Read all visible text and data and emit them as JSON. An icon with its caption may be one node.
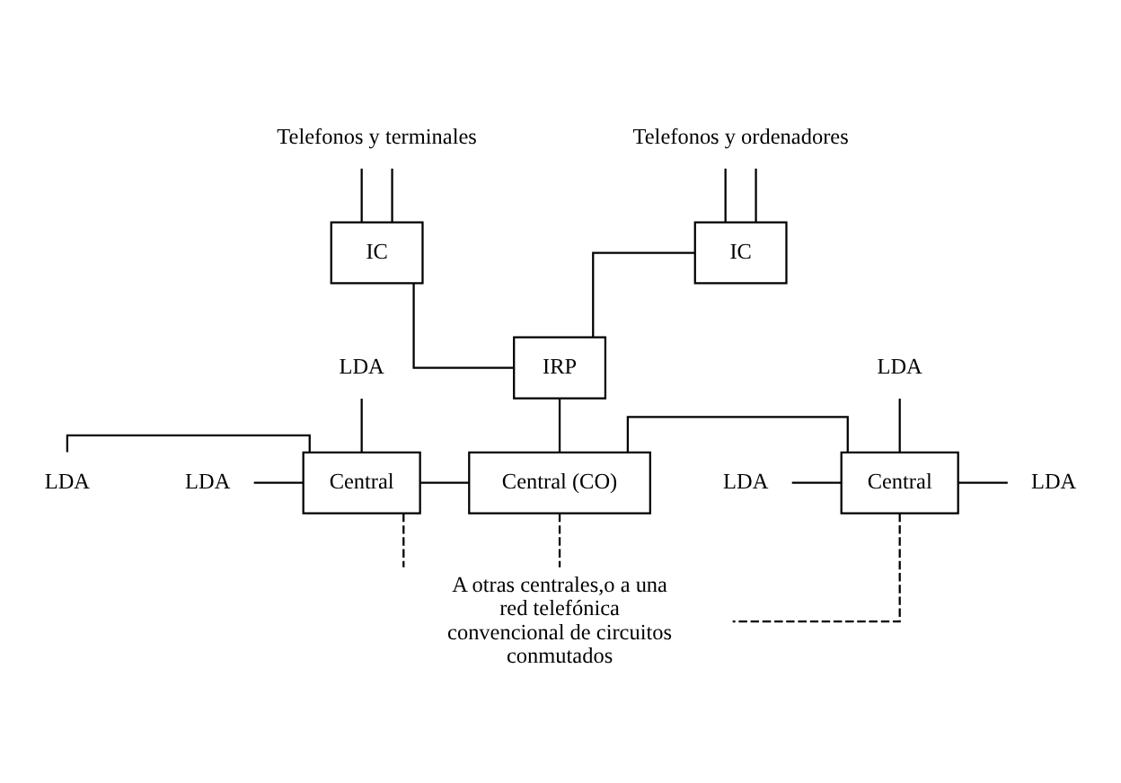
{
  "diagram": {
    "nodes": [
      {
        "text": [
          "Telefonos y terminales"
        ]
      },
      {
        "text": [
          "IC"
        ]
      },
      {
        "text": [
          "Telefonos y ordenadores"
        ]
      },
      {
        "text": [
          "IC"
        ]
      },
      {
        "text": [
          "IRP"
        ]
      },
      {
        "text": [
          "LDA"
        ]
      },
      {
        "text": [
          "LDA"
        ]
      },
      {
        "text": [
          "LDA"
        ]
      },
      {
        "text": [
          "Central"
        ]
      },
      {
        "text": [
          "Central (CO)"
        ]
      },
      {
        "text": [
          "LDA"
        ]
      },
      {
        "text": [
          "LDA"
        ]
      },
      {
        "text": [
          "Central"
        ]
      },
      {
        "text": [
          "LDA"
        ]
      },
      {
        "text": [
          "A otras centrales,o a una red telefónica convencional de circuitos conmutados"
        ]
      }
    ],
    "edges": [
      {
        "from": 0,
        "to": 1,
        "arrow": "none"
      },
      {
        "from": 0,
        "to": 1,
        "arrow": "none"
      },
      {
        "from": 2,
        "to": 3,
        "arrow": "none"
      },
      {
        "from": 2,
        "to": 3,
        "arrow": "none"
      },
      {
        "from": 1,
        "to": 4,
        "arrow": "none"
      },
      {
        "from": 3,
        "to": 4,
        "arrow": "none"
      },
      {
        "from": 4,
        "to": 9,
        "arrow": "none"
      },
      {
        "from": 5,
        "to": 8,
        "arrow": "none"
      },
      {
        "from": 6,
        "to": 8,
        "arrow": "none"
      },
      {
        "from": 7,
        "to": 8,
        "arrow": "none"
      },
      {
        "from": 8,
        "to": 9,
        "arrow": "none"
      },
      {
        "from": 9,
        "to": 12,
        "arrow": "none"
      },
      {
        "from": 10,
        "to": 12,
        "arrow": "none"
      },
      {
        "from": 11,
        "to": 12,
        "arrow": "none"
      },
      {
        "from": 12,
        "to": 13,
        "arrow": "none"
      },
      {
        "from": 8,
        "to": 14,
        "arrow": "none",
        "style": "dashed"
      },
      {
        "from": 9,
        "to": 14,
        "arrow": "none",
        "style": "dashed"
      },
      {
        "from": 12,
        "to": 14,
        "arrow": "none",
        "style": "dashed"
      }
    ]
  }
}
